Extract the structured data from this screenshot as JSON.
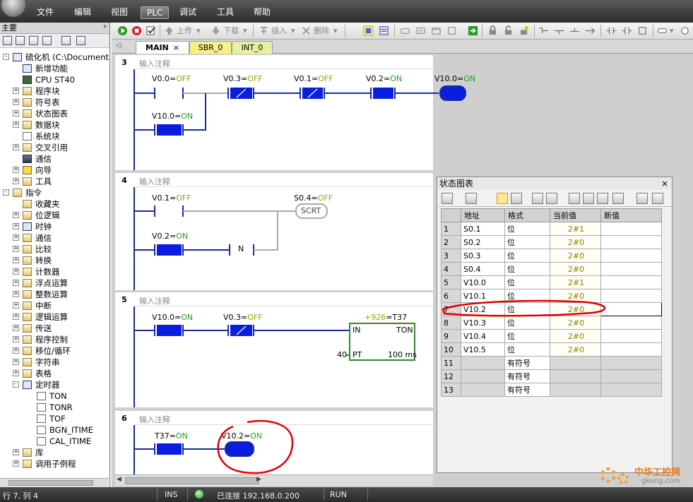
{
  "menu": [
    "文件",
    "编辑",
    "视图",
    "PLC",
    "调试",
    "工具",
    "帮助"
  ],
  "menu_active": "PLC",
  "toolbar": {
    "upload": "上传",
    "download": "下载",
    "insert": "插入",
    "delete": "删除"
  },
  "tree": {
    "title": "主要",
    "pin": "ᵖ",
    "items": [
      {
        "label": "硫化机 (C:\\Documents a",
        "icon": "project-icon",
        "level": 0,
        "exp": "-"
      },
      {
        "label": "新增功能",
        "icon": "new-feature-icon",
        "level": 1,
        "exp": ""
      },
      {
        "label": "CPU ST40",
        "icon": "cpu-icon",
        "level": 1,
        "exp": ""
      },
      {
        "label": "程序块",
        "icon": "folder-icon",
        "level": 1,
        "exp": "+"
      },
      {
        "label": "符号表",
        "icon": "folder-icon",
        "level": 1,
        "exp": "+"
      },
      {
        "label": "状态图表",
        "icon": "folder-icon",
        "level": 1,
        "exp": "+"
      },
      {
        "label": "数据块",
        "icon": "folder-icon",
        "level": 1,
        "exp": "+"
      },
      {
        "label": "系统块",
        "icon": "document-icon",
        "level": 1,
        "exp": ""
      },
      {
        "label": "交叉引用",
        "icon": "folder-icon",
        "level": 1,
        "exp": "+"
      },
      {
        "label": "通信",
        "icon": "computer-icon",
        "level": 1,
        "exp": ""
      },
      {
        "label": "向导",
        "icon": "wizard-icon",
        "level": 1,
        "exp": "+"
      },
      {
        "label": "工具",
        "icon": "folder-icon",
        "level": 1,
        "exp": "+"
      },
      {
        "label": "指令",
        "icon": "instruction-icon",
        "level": 0,
        "exp": "-"
      },
      {
        "label": "收藏夹",
        "icon": "folder-icon",
        "level": 1,
        "exp": ""
      },
      {
        "label": "位逻辑",
        "icon": "folder-icon",
        "level": 1,
        "exp": "+"
      },
      {
        "label": "时钟",
        "icon": "clock-icon",
        "level": 1,
        "exp": "+"
      },
      {
        "label": "通信",
        "icon": "folder-icon",
        "level": 1,
        "exp": "+"
      },
      {
        "label": "比较",
        "icon": "folder-icon",
        "level": 1,
        "exp": "+"
      },
      {
        "label": "转换",
        "icon": "folder-icon",
        "level": 1,
        "exp": "+"
      },
      {
        "label": "计数器",
        "icon": "folder-icon",
        "level": 1,
        "exp": "+"
      },
      {
        "label": "浮点运算",
        "icon": "folder-icon",
        "level": 1,
        "exp": "+"
      },
      {
        "label": "整数运算",
        "icon": "folder-icon",
        "level": 1,
        "exp": "+"
      },
      {
        "label": "中断",
        "icon": "folder-icon",
        "level": 1,
        "exp": "+"
      },
      {
        "label": "逻辑运算",
        "icon": "folder-icon",
        "level": 1,
        "exp": "+"
      },
      {
        "label": "传送",
        "icon": "folder-icon",
        "level": 1,
        "exp": "+"
      },
      {
        "label": "程序控制",
        "icon": "folder-icon",
        "level": 1,
        "exp": "+"
      },
      {
        "label": "移位/循环",
        "icon": "folder-icon",
        "level": 1,
        "exp": "+"
      },
      {
        "label": "字符串",
        "icon": "folder-icon",
        "level": 1,
        "exp": "+"
      },
      {
        "label": "表格",
        "icon": "folder-icon",
        "level": 1,
        "exp": "+"
      },
      {
        "label": "定时器",
        "icon": "timer-icon",
        "level": 1,
        "exp": "-"
      },
      {
        "label": "TON",
        "icon": "timer-item-icon",
        "level": 2,
        "exp": ""
      },
      {
        "label": "TONR",
        "icon": "timer-item-icon",
        "level": 2,
        "exp": ""
      },
      {
        "label": "TOF",
        "icon": "timer-item-icon",
        "level": 2,
        "exp": ""
      },
      {
        "label": "BGN_ITIME",
        "icon": "timer-item-icon",
        "level": 2,
        "exp": ""
      },
      {
        "label": "CAL_ITIME",
        "icon": "timer-item-icon",
        "level": 2,
        "exp": ""
      },
      {
        "label": "库",
        "icon": "folder-icon",
        "level": 1,
        "exp": "+"
      },
      {
        "label": "调用子例程",
        "icon": "folder-icon",
        "level": 1,
        "exp": "+"
      }
    ]
  },
  "editor": {
    "tabs": [
      {
        "label": "MAIN",
        "close": "×"
      },
      {
        "label": "SBR_0"
      },
      {
        "label": "INT_0"
      }
    ],
    "comment_placeholder": "输入注释",
    "networks": [
      {
        "num": "3",
        "labels": {
          "c1": "V0.0=",
          "s1": "OFF",
          "c2": "V0.3=",
          "s2": "OFF",
          "c3": "V0.1=",
          "s3": "OFF",
          "c4": "V0.2=",
          "s4": "ON",
          "c5": "V10.0=",
          "s5": "ON",
          "c6": "V10.0=",
          "s6": "ON"
        }
      },
      {
        "num": "4",
        "labels": {
          "c1": "V0.1=",
          "s1": "OFF",
          "c2": "S0.4=",
          "s2": "OFF",
          "box": "SCRT",
          "c3": "V0.2=",
          "s3": "ON",
          "not": "N"
        }
      },
      {
        "num": "5",
        "labels": {
          "c1": "V10.0=",
          "s1": "ON",
          "c2": "V0.3=",
          "s2": "OFF",
          "tval": "+926",
          "tname": "=T37",
          "in": "IN",
          "ton": "TON",
          "pv": "40",
          "pt": "PT",
          "res": "100 ms"
        }
      },
      {
        "num": "6",
        "labels": {
          "c1": "T37=",
          "s1": "ON",
          "c2": "V10.2=",
          "s2": "ON"
        }
      }
    ]
  },
  "status_chart": {
    "title": "状态图表",
    "close": "×",
    "headers": [
      "",
      "地址",
      "格式",
      "当前值",
      "新值"
    ],
    "rows": [
      {
        "n": "1",
        "addr": "S0.1",
        "fmt": "位",
        "val": "2#1",
        "new": ""
      },
      {
        "n": "2",
        "addr": "S0.2",
        "fmt": "位",
        "val": "2#0",
        "new": ""
      },
      {
        "n": "3",
        "addr": "S0.3",
        "fmt": "位",
        "val": "2#0",
        "new": ""
      },
      {
        "n": "4",
        "addr": "S0.4",
        "fmt": "位",
        "val": "2#0",
        "new": ""
      },
      {
        "n": "5",
        "addr": "V10.0",
        "fmt": "位",
        "val": "2#1",
        "new": ""
      },
      {
        "n": "6",
        "addr": "V10.1",
        "fmt": "位",
        "val": "2#0",
        "new": ""
      },
      {
        "n": "7",
        "addr": "V10.2",
        "fmt": "位",
        "val": "2#0",
        "new": ""
      },
      {
        "n": "8",
        "addr": "V10.3",
        "fmt": "位",
        "val": "2#0",
        "new": ""
      },
      {
        "n": "9",
        "addr": "V10.4",
        "fmt": "位",
        "val": "2#0",
        "new": ""
      },
      {
        "n": "10",
        "addr": "V10.5",
        "fmt": "位",
        "val": "2#0",
        "new": ""
      },
      {
        "n": "11",
        "addr": "",
        "fmt": "有符号",
        "val": "",
        "new": ""
      },
      {
        "n": "12",
        "addr": "",
        "fmt": "有符号",
        "val": "",
        "new": ""
      },
      {
        "n": "13",
        "addr": "",
        "fmt": "有符号",
        "val": "",
        "new": ""
      }
    ]
  },
  "statusbar": {
    "position": "行 7, 列 4",
    "mode": "INS",
    "connection": "已连接 192.168.0.200",
    "run": "RUN"
  },
  "watermark": {
    "text": "中华工控网",
    "sub": "gkong.com"
  },
  "colors": {
    "wire": "#1a2a9a",
    "contact": "#0a1ee0",
    "off_state": "#a0a000",
    "on_state": "#20a020",
    "annotation": "#e00000"
  }
}
